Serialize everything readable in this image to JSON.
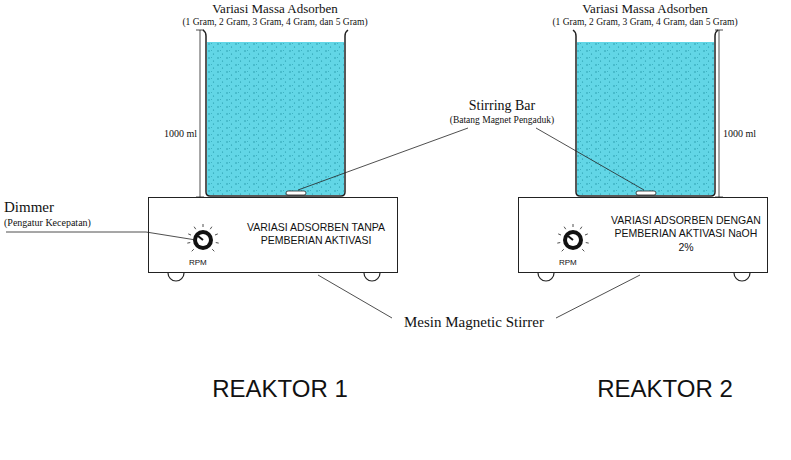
{
  "diagram": {
    "nodes": [
      {
        "text": [
          "VARIASI ADSORBEN TANPA PEMBERIAN AKTIVASI",
          "RPM"
        ]
      },
      {
        "text": [
          "VARIASI ADSORBEN DENGAN PEMBERIAN AKTIVASI NaOH 2%",
          "RPM"
        ]
      }
    ],
    "labels": [
      "Variasi Massa Adsorben",
      "(1 Gram, 2 Gram, 3 Gram, 4 Gram, dan 5 Gram)",
      "Variasi Massa Adsorben",
      "(1 Gram, 2 Gram, 3 Gram, 4 Gram, dan 5 Gram)",
      "Stirring Bar",
      "(Batang Magnet Pengaduk)",
      "1000 ml",
      "1000 ml",
      "Dimmer",
      "(Pengatur Kecepatan)",
      "Mesin Magnetic Stirrer",
      "REAKTOR 1",
      "REAKTOR 2"
    ]
  }
}
